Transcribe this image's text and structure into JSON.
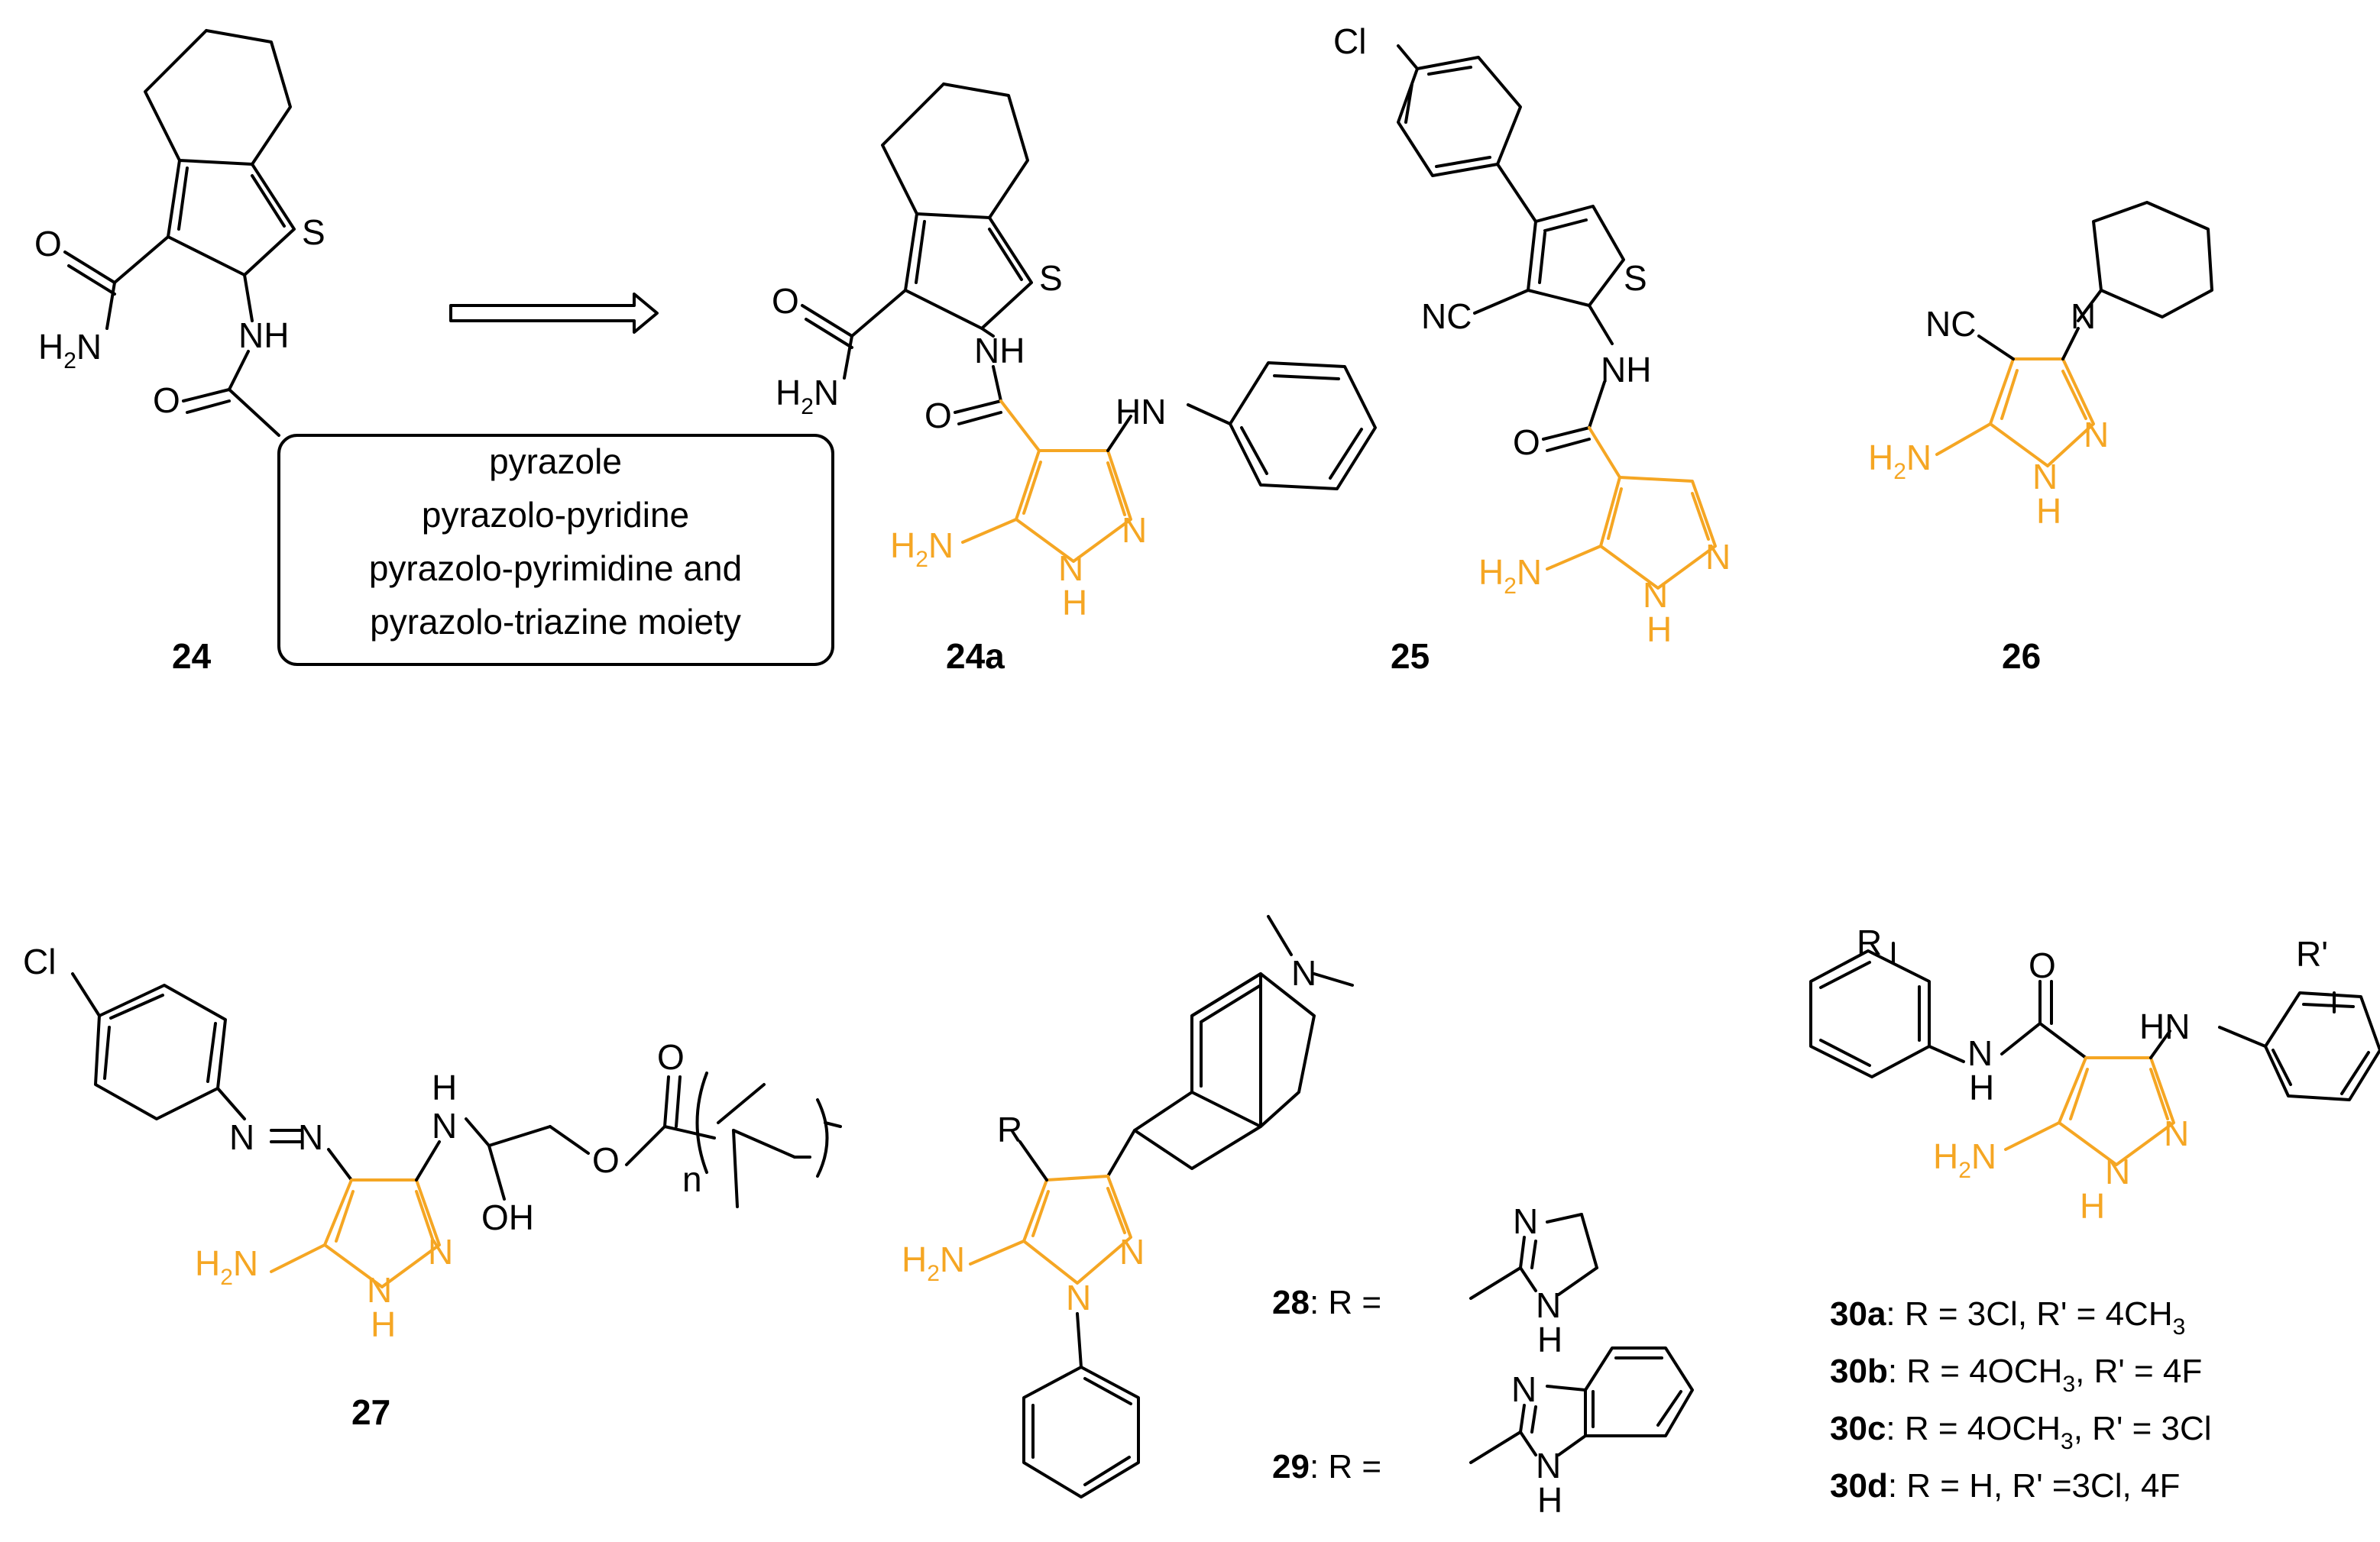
{
  "colors": {
    "accent": "#F5A623",
    "ink": "#000000",
    "background": "#FFFFFF"
  },
  "compounds": {
    "c24": {
      "label": "24"
    },
    "c24a": {
      "label": "24a"
    },
    "c25": {
      "label": "25"
    },
    "c26": {
      "label": "26"
    },
    "c27": {
      "label": "27"
    },
    "c28": {
      "label": "28",
      "r_text": ": R ="
    },
    "c29": {
      "label": "29",
      "r_text": ": R ="
    },
    "c30": {
      "variants": [
        {
          "label": "30a",
          "text": ": R = 3Cl, R' = 4CH",
          "sub": "3"
        },
        {
          "label": "30b",
          "text": ": R = 4OCH",
          "sub": "3",
          "text2": ", R' = 4F"
        },
        {
          "label": "30c",
          "text": ": R = 4OCH",
          "sub": "3",
          "text2": ", R' = 3Cl"
        },
        {
          "label": "30d",
          "text": ": R = H, R' =3Cl, 4F"
        }
      ]
    }
  },
  "box": {
    "lines": [
      "pyrazole",
      "pyrazolo-pyridine",
      "pyrazolo-pyrimidine and",
      "pyrazolo-triazine moiety"
    ]
  },
  "atoms": {
    "S": "S",
    "NH": "NH",
    "O": "O",
    "H2N": "H",
    "two": "2",
    "N": "N",
    "HN": "HN",
    "Cl": "Cl",
    "NC": "NC",
    "H": "H",
    "OH": "OH",
    "n": "n",
    "R": "R",
    "Rp": "R'",
    "Nmain": "N"
  }
}
